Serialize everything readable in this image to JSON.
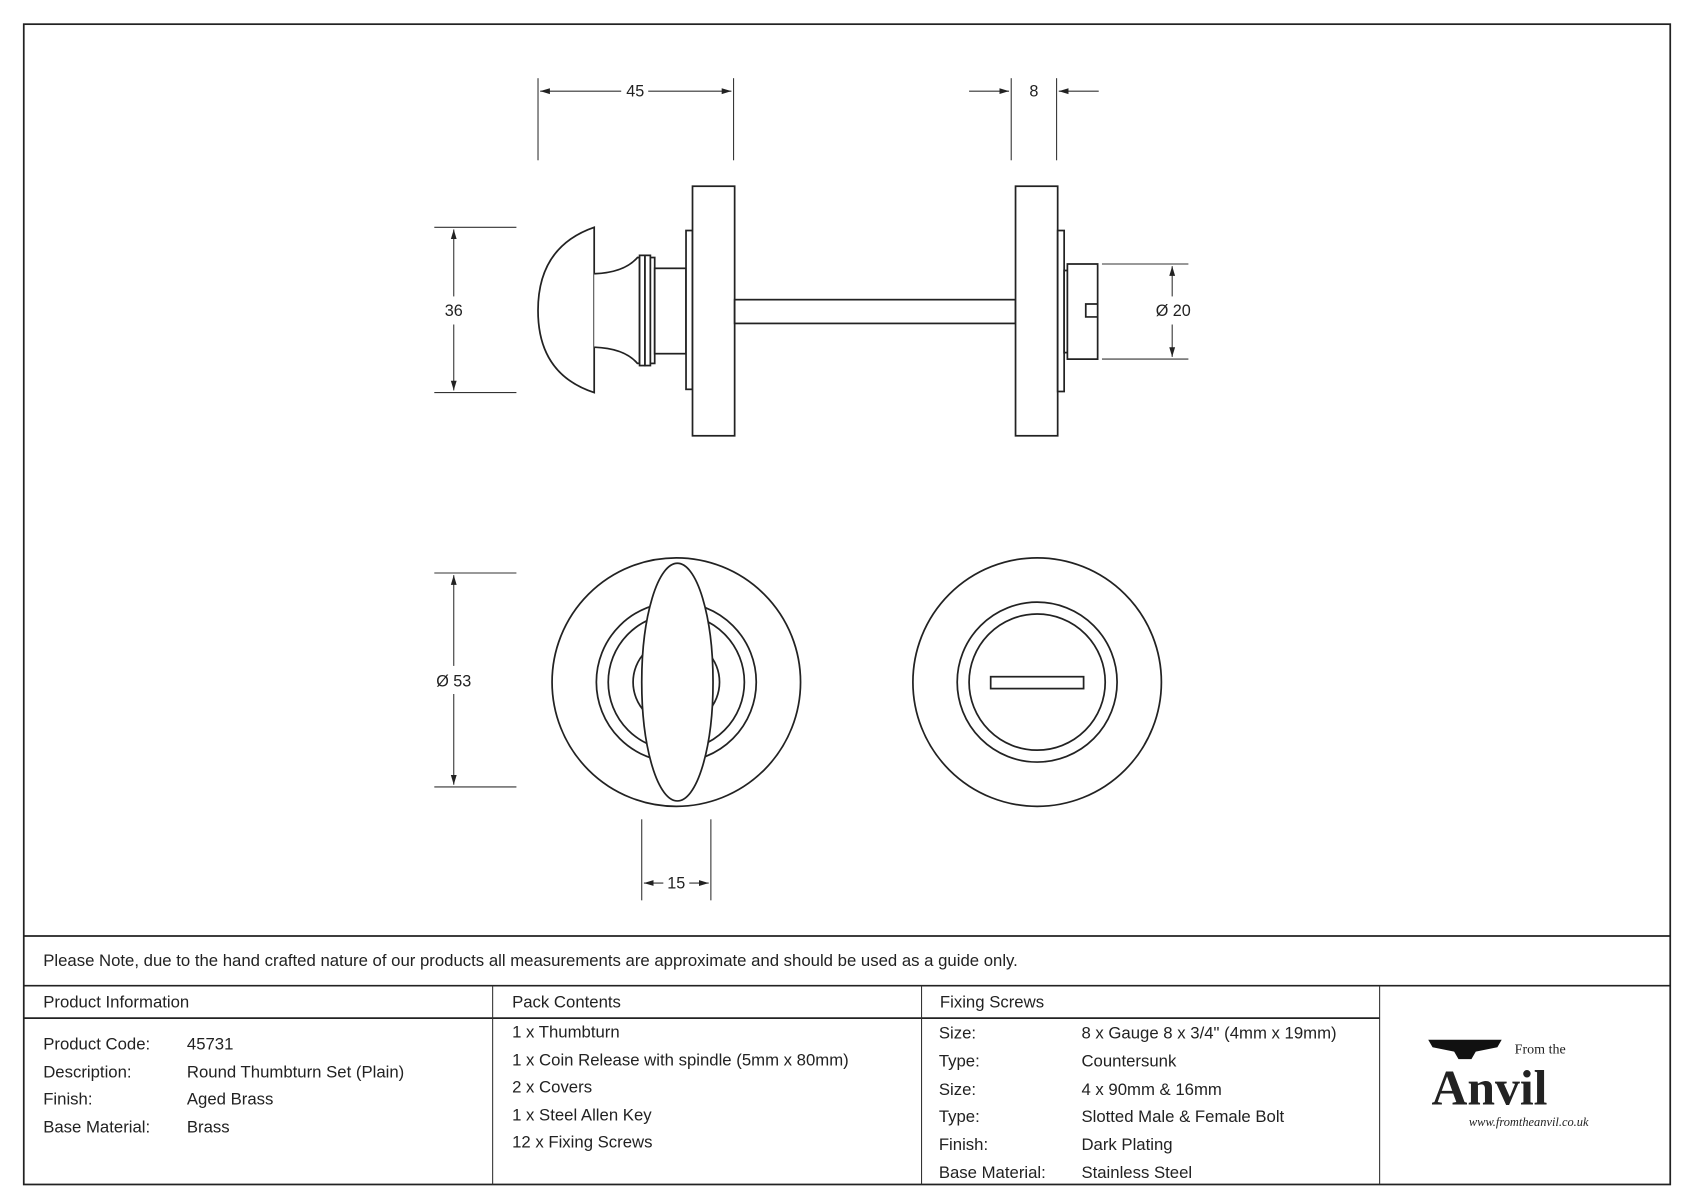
{
  "dimensions": {
    "width_thumbturn": "45",
    "depth_bolt": "8",
    "height_knob": "36",
    "diameter_bolt": "Ø 20",
    "diameter_rose": "Ø 53",
    "width_thumb": "15"
  },
  "note": "Please Note, due to the hand crafted nature of our products all measurements are approximate and should be used as a guide only.",
  "product_information": {
    "heading": "Product Information",
    "rows": [
      {
        "label": "Product Code:",
        "value": "45731"
      },
      {
        "label": "Description:",
        "value": "Round Thumbturn Set (Plain)"
      },
      {
        "label": "Finish:",
        "value": "Aged Brass"
      },
      {
        "label": "Base Material:",
        "value": "Brass"
      }
    ]
  },
  "pack_contents": {
    "heading": "Pack Contents",
    "items": [
      "1 x Thumbturn",
      "1 x Coin Release with spindle (5mm x 80mm)",
      "2 x Covers",
      "1 x Steel Allen Key",
      "12 x Fixing Screws"
    ]
  },
  "fixing_screws": {
    "heading": "Fixing Screws",
    "rows": [
      {
        "label": "Size:",
        "value": "8 x Gauge 8 x 3/4\" (4mm x 19mm)"
      },
      {
        "label": "Type:",
        "value": "Countersunk"
      },
      {
        "label": "Size:",
        "value": "4 x 90mm & 16mm"
      },
      {
        "label": "Type:",
        "value": "Slotted Male & Female Bolt"
      },
      {
        "label": "Finish:",
        "value": "Dark Plating"
      },
      {
        "label": "Base Material:",
        "value": "Stainless Steel"
      }
    ]
  },
  "logo": {
    "top": "From the",
    "main": "Anvil",
    "url": "www.fromtheanvil.co.uk"
  }
}
